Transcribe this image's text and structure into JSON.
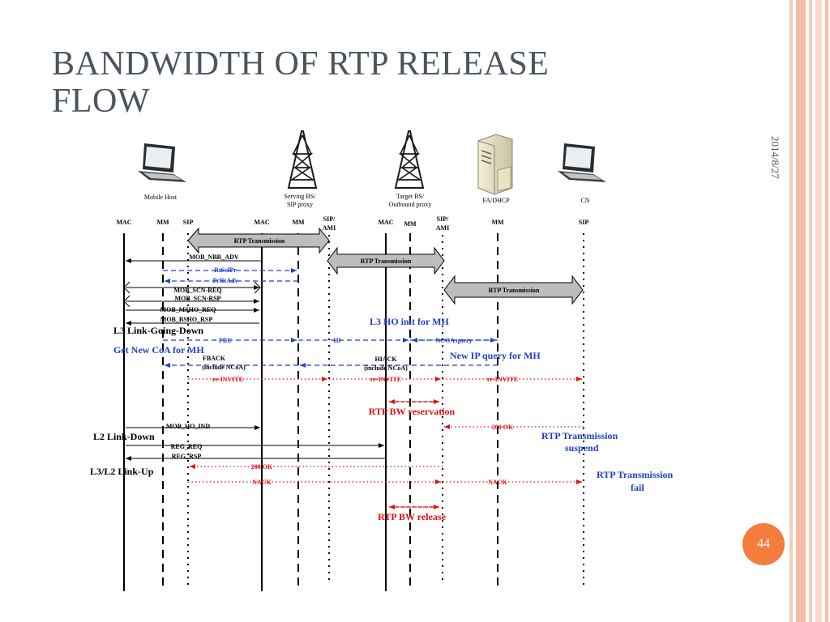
{
  "slide": {
    "title_line1": "BANDWIDTH OF RTP RELEASE",
    "title_line2": "FLOW",
    "date": "2014/8/27",
    "page_number": "44"
  },
  "colors": {
    "title": "#4a5560",
    "accent": "#f47c3c",
    "blue_text": "#1f3fc8",
    "red_text": "#e01010",
    "border_a": "#f4c5b0",
    "border_b": "#f8ddd0"
  },
  "diagram": {
    "entities": [
      {
        "label": "Mobile Host",
        "icon": "laptop-icon"
      },
      {
        "label_line1": "Serving BS/",
        "label_line2": "SIP proxy",
        "icon": "tower-icon"
      },
      {
        "label_line1": "Target BS/",
        "label_line2": "Outbound proxy",
        "icon": "tower-icon"
      },
      {
        "label": "FA/DHCP",
        "icon": "server-icon"
      },
      {
        "label": "CN",
        "icon": "laptop-icon"
      }
    ],
    "columns": [
      "MAC",
      "MM",
      "SIP",
      "MAC",
      "MM",
      "SIP/",
      "AMI",
      "MAC",
      "MM",
      "SIP/",
      "AMI",
      "MM",
      "SIP"
    ],
    "rtp_transmission": "RTP Transmission",
    "messages": {
      "mob_nbr_adv": "MOB_NBR_ADV",
      "rtsolpr": "RtSolPr",
      "prrtadv": "PrRtAdv",
      "mob_scn_req": "MOB_SCN-REQ",
      "mob_scn_rsp": "MOB_SCN-RSP",
      "mob_msho_req": "MOB_MSHO_REQ",
      "mob_bsho_rsp": "MOB_BSHO_RSP",
      "l3_link_going_down": "L3 Link-Going-Down",
      "l3_ho_init": "L3 HO init for MH",
      "fbu": "FBU",
      "hi": "HI",
      "ncoa_query": "NCOA query",
      "get_new_coa": "Get New CoA for MH",
      "new_ip_query": "New IP query for MH",
      "fback": "FBACK",
      "fback_sub": "(include NCoA)",
      "hiack": "HIACK",
      "hiack_sub": "(include NCoA)",
      "re_invite": "re-INVITE",
      "rtp_bw_reservation": "RTP BW reservation",
      "ok_200": "200 OK",
      "mob_ho_ind": "MOB_HO_IND",
      "l2_link_down": "L2 Link-Down",
      "rtp_suspend_line1": "RTP Transmission",
      "rtp_suspend_line2": "suspend",
      "reg_req": "REG_REQ",
      "reg_rsp": "REG_RSP",
      "l3l2_link_up": "L3/L2 Link-Up",
      "nack": "NACK",
      "rtp_fail_line1": "RTP Transmission",
      "rtp_fail_line2": "fail",
      "rtp_bw_release": "RTP BW release"
    }
  }
}
